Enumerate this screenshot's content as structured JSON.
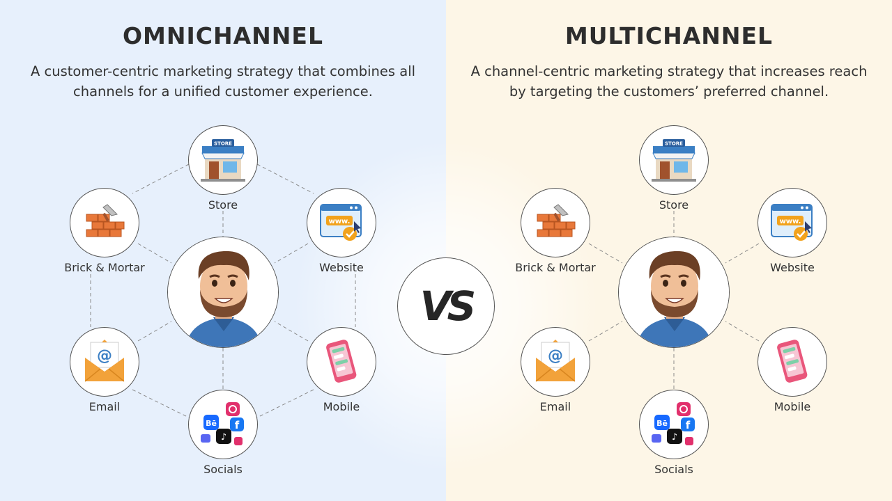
{
  "omni": {
    "title": "OMNICHANNEL",
    "description": "A customer-centric marketing strategy that combines all channels for a unified customer experience.",
    "channels": {
      "store": "Store",
      "brick": "Brick & Mortar",
      "website": "Website",
      "email": "Email",
      "mobile": "Mobile",
      "socials": "Socials"
    }
  },
  "multi": {
    "title": "MULTICHANNEL",
    "description": "A channel-centric marketing strategy that increases reach by targeting the customers’ preferred channel.",
    "channels": {
      "store": "Store",
      "brick": "Brick & Mortar",
      "website": "Website",
      "email": "Email",
      "mobile": "Mobile",
      "socials": "Socials"
    }
  },
  "vs_label": "VS",
  "colors": {
    "left_bg": "#e7f0fc",
    "right_bg": "#fdf6e7",
    "line": "#8a8a8a"
  }
}
